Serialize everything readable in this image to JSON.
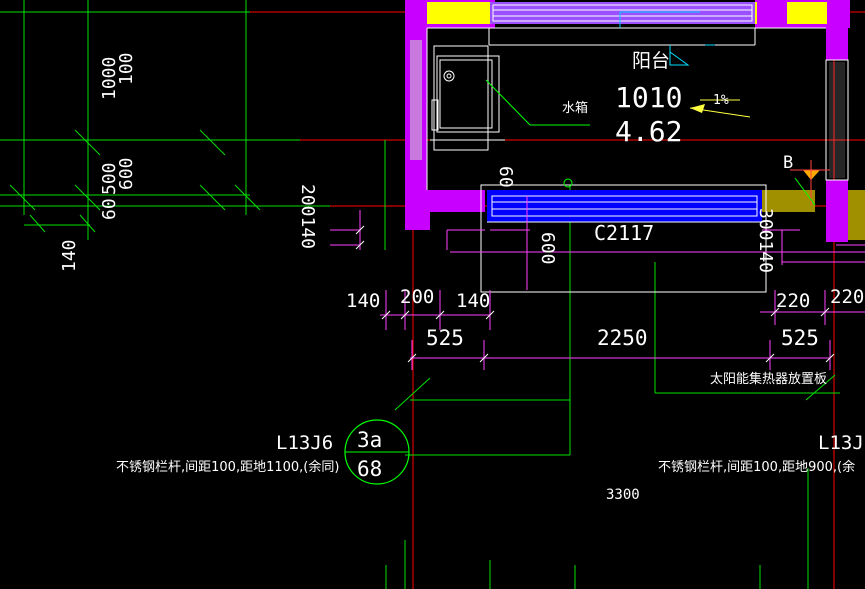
{
  "colors": {
    "background": "#000000",
    "wall": "#c800ff",
    "dim": "#ff40ff",
    "axis_red": "#ff0000",
    "grid_green": "#00e000",
    "text_white": "#ffffff",
    "window_blue": "#0000ff",
    "window_yellow": "#ffff00",
    "leader_green": "#00ff00",
    "annotation_yellow": "#ffff40"
  },
  "room": {
    "name": "阳台",
    "area_code": "1010",
    "elevation": "4.62",
    "slope": "1%",
    "tank_label": "水箱"
  },
  "window": {
    "label": "C2117"
  },
  "section_mark": {
    "label": "B"
  },
  "left_dims": {
    "v1": "1000",
    "v1b": "100",
    "v2": "500",
    "v2b": "600",
    "v2c": "60",
    "v3": "140",
    "v4": "200140"
  },
  "inner_dims": {
    "d_top": "60",
    "d_mid": "600",
    "d_right": "300140"
  },
  "bottom_dims": {
    "row1": [
      "140",
      "200",
      "140",
      "220",
      "220"
    ],
    "row2": [
      "525",
      "2250",
      "525"
    ]
  },
  "solar_label": "太阳能集热器放置板",
  "callouts": [
    {
      "ref": "L13J6",
      "number": "3a",
      "page": "68",
      "note": "不锈钢栏杆,间距100,距地1100,(余同)"
    },
    {
      "ref": "L13J",
      "note": "不锈钢栏杆,间距100,距地900,(余"
    }
  ],
  "bottom_total": "3300"
}
